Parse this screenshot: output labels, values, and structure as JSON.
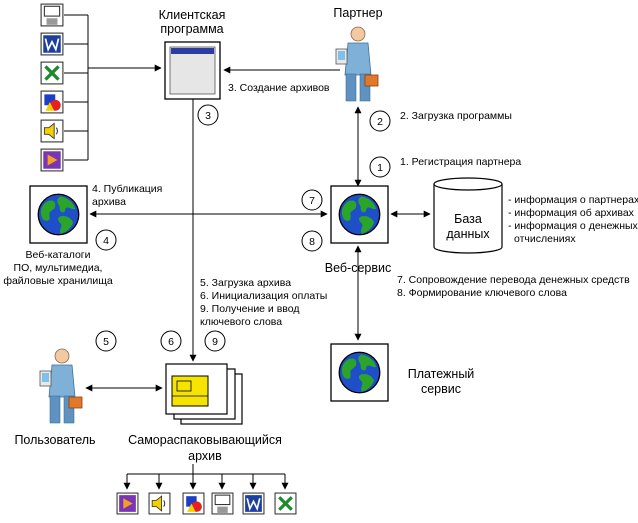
{
  "nodes": {
    "client": {
      "title_line1": "Клиентская",
      "title_line2": "программа"
    },
    "partner": {
      "title": "Партнер"
    },
    "web_catalogs": {
      "line1": "Веб-каталоги",
      "line2": "ПО, мультимедиа,",
      "line3": "файловые хранилища"
    },
    "web_service": {
      "title": "Веб-сервис"
    },
    "database": {
      "line1": "База",
      "line2": "данных"
    },
    "payment": {
      "line1": "Платежный",
      "line2": "сервис"
    },
    "user": {
      "title": "Пользователь"
    },
    "archive": {
      "line1": "Самораспаковывающийся",
      "line2": "архив"
    }
  },
  "db_info": {
    "line1": "- информация о партнерах",
    "line2": "- информация об архивах",
    "line3": "- информация о денежных",
    "line4": "отчислениях"
  },
  "steps": {
    "create_archives": "3. Создание архивов",
    "load_program": "2. Загрузка программы",
    "register_partner": "1. Регистрация партнера",
    "publish_archive_line1": "4. Публикация",
    "publish_archive_line2": "архива",
    "load_archive": "5. Загрузка архива",
    "init_payment": "6. Инициализация оплаты",
    "receive_key_line1": "9. Получение и ввод",
    "receive_key_line2": "ключевого слова",
    "money_transfer": "7. Сопровождение перевода денежных средств",
    "keyword_gen": "8. Формирование ключевого слова"
  },
  "markers": {
    "m1": "1",
    "m2": "2",
    "m3": "3",
    "m4": "4",
    "m5": "5",
    "m6": "6",
    "m7": "7",
    "m8": "8",
    "m9": "9"
  },
  "file_icons_top": [
    "floppy-icon",
    "word-icon",
    "excel-icon",
    "shapes-icon",
    "audio-icon",
    "video-icon"
  ],
  "file_icons_bottom": [
    "video-icon",
    "audio-icon",
    "shapes-icon",
    "floppy-icon",
    "word-icon",
    "excel-icon"
  ]
}
